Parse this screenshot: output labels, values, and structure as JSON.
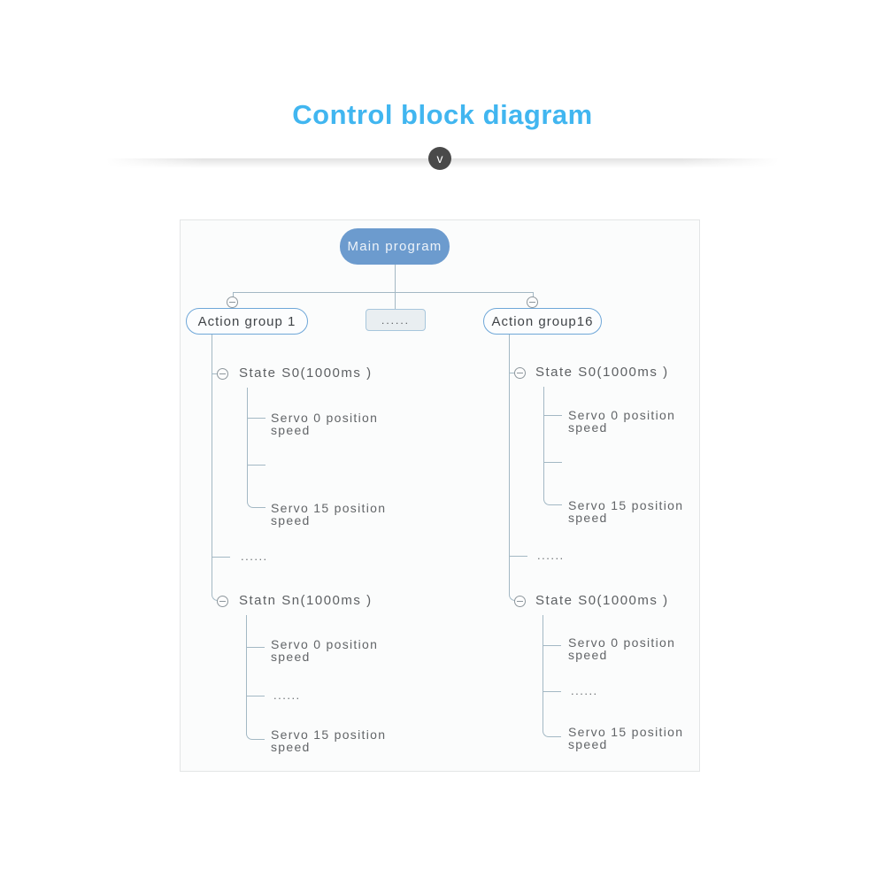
{
  "header": {
    "title": "Control block diagram",
    "arrow_label": "v"
  },
  "colors": {
    "title": "#41b6f0",
    "root_box_fill": "#6c9bce",
    "action_box_border": "#6fa7d8",
    "tree_line": "#a3b8c4",
    "label_text": "#5d6063",
    "arrow_circle": "#4a4a4a"
  },
  "diagram": {
    "root_label": "Main program",
    "groups": {
      "left": "Action group 1",
      "middle": "......",
      "right": "Action group16"
    },
    "labels": {
      "state_s0": "State S0(1000ms )",
      "statn_sn": "Statn Sn(1000ms )",
      "servo0": "Servo 0 position",
      "servo15": "Servo 15 position",
      "speed": "speed",
      "dots": "......"
    }
  }
}
